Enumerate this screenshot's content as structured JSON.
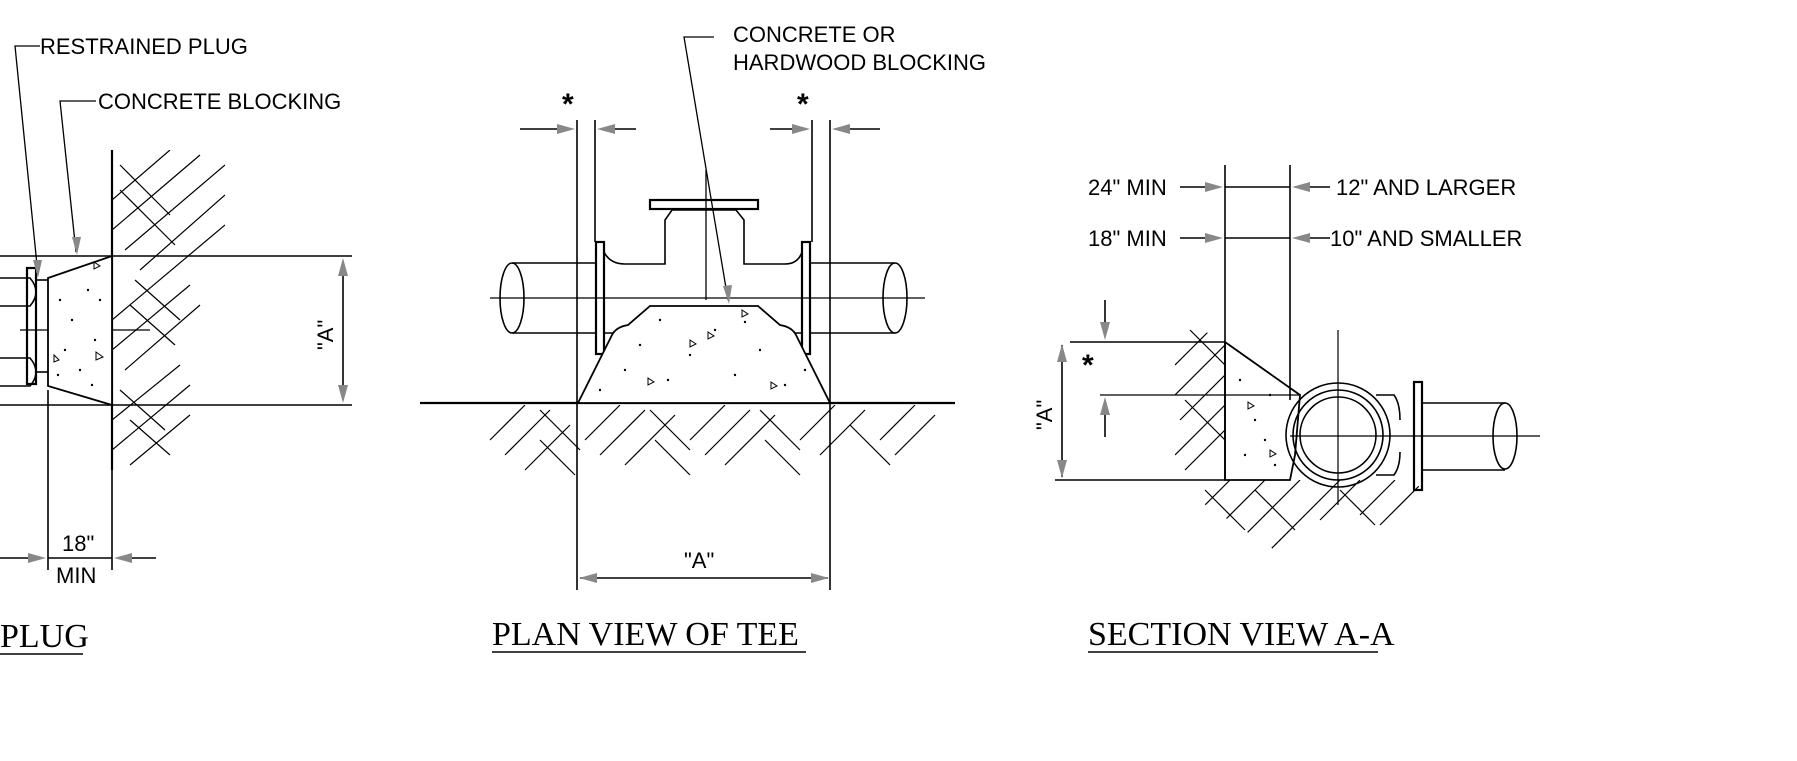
{
  "views": {
    "plug": {
      "title": "PLUG",
      "leader_restrained_plug": "RESTRAINED PLUG",
      "leader_concrete_blocking": "CONCRETE BLOCKING",
      "dim_a": "\"A\"",
      "dim_min_value": "18\"",
      "dim_min_unit": "MIN"
    },
    "tee": {
      "title": "PLAN VIEW OF TEE",
      "leader_line1": "CONCRETE OR",
      "leader_line2": "HARDWOOD BLOCKING",
      "asterisk_left": "*",
      "asterisk_right": "*",
      "dim_a": "\"A\""
    },
    "section": {
      "title": "SECTION VIEW A-A",
      "dim_24_min": "24\" MIN",
      "dim_12_larger": "12\" AND LARGER",
      "dim_18_min": "18\" MIN",
      "dim_10_smaller": "10\" AND SMALLER",
      "dim_a": "\"A\"",
      "asterisk": "*"
    }
  }
}
